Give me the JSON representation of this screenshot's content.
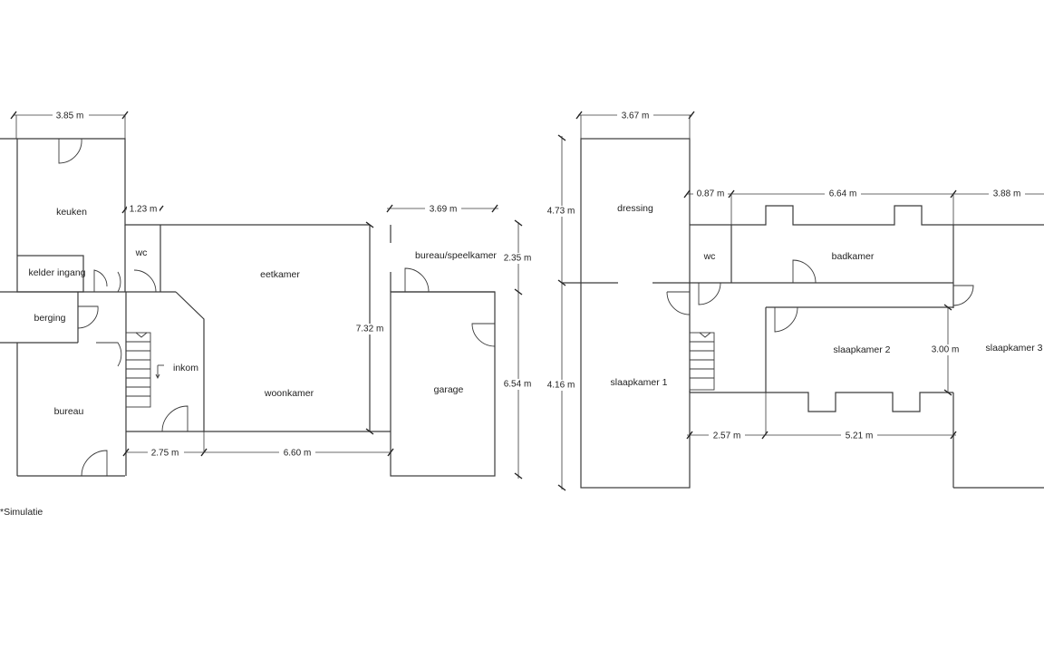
{
  "rooms": {
    "keuken": "keuken",
    "kelder_ingang": "kelder ingang",
    "wc_ground": "wc",
    "eetkamer": "eetkamer",
    "bureau_speelkamer": "bureau/speelkamer",
    "berging": "berging",
    "inkom": "inkom",
    "bureau": "bureau",
    "woonkamer": "woonkamer",
    "garage": "garage",
    "dressing": "dressing",
    "wc_upper": "wc",
    "badkamer": "badkamer",
    "slaapkamer_1": "slaapkamer 1",
    "slaapkamer_2": "slaapkamer 2",
    "slaapkamer_3": "slaapkamer 3"
  },
  "dimensions": {
    "keuken_width": "3.85 m",
    "wc_width": "1.23 m",
    "bureau_speelkamer_width": "3.69 m",
    "bureau_speelkamer_depth": "2.35 m",
    "living_depth": "7.32 m",
    "garage_depth": "6.54 m",
    "hall_width": "2.75 m",
    "living_width": "6.60 m",
    "dressing_width": "3.67 m",
    "dressing_depth": "4.73 m",
    "slaapkamer1_depth": "4.16 m",
    "wc_upper_width": "0.87 m",
    "badkamer_width": "6.64 m",
    "slaapkamer3_width": "3.88 m",
    "slaapkamer2_depth": "3.00 m",
    "corridor_width": "2.57 m",
    "slaapkamer2_width": "5.21 m"
  },
  "note": "*Simulatie"
}
